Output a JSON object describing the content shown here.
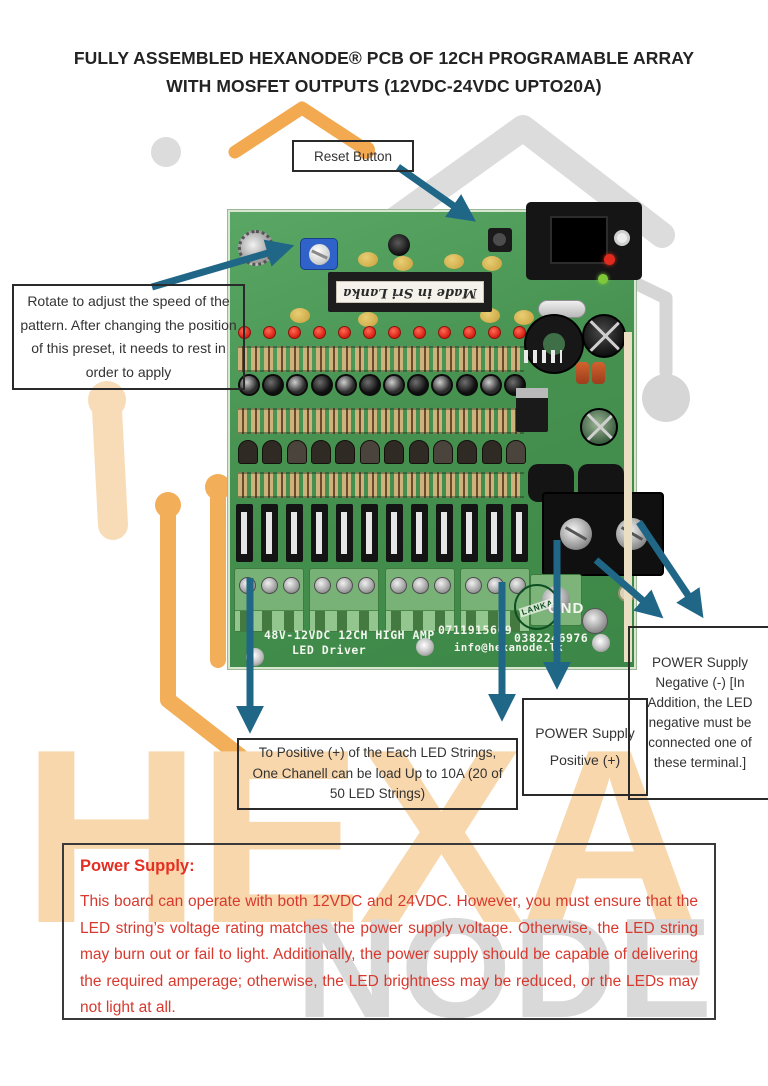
{
  "title": {
    "line1": "FULLY ASSEMBLED HEXANODE® PCB OF 12CH PROGRAMABLE ARRAY",
    "line2": "WITH MOSFET OUTPUTS (12VDC-24VDC UPTO20A)"
  },
  "callouts": {
    "reset": "Reset Button",
    "speed": "Rotate to adjust the speed of the pattern. After changing the position of this preset, it needs to rest in order to apply",
    "led_positive": "To Positive (+) of the Each LED Strings, One Chanell can be load Up to 10A (20 of 50 LED Strings)",
    "supply_positive": "POWER Supply Positive (+)",
    "supply_negative": "POWER Supply Negative (-) [In Addition, the LED negative must be connected one of these terminal.]"
  },
  "power_supply_note": {
    "heading": "Power Supply:",
    "body": "This board can operate with both 12VDC and 24VDC. However, you must ensure that the LED string’s voltage rating matches the power supply voltage. Otherwise, the LED string may burn out or fail to light. Additionally, the power supply should be capable of delivering the required amperage; otherwise, the LED brightness may be reduced, or the LEDs may not light at all."
  },
  "pcb": {
    "ic_label": "Made in Sri Lanka",
    "silkscreen_line1": "48V-12VDC 12CH HIGH AMP",
    "silkscreen_line2": "LED Driver",
    "phone1": "0711915609",
    "phone2": "0382246976",
    "email": "info@hexanode.lk",
    "gnd_label": "GND",
    "stamp_label": "LANKA"
  },
  "watermark": {
    "hexa": "HEXA",
    "node": "NODE"
  },
  "colors": {
    "arrow": "#206787",
    "note_red": "#d8392e",
    "pcb_green": "#46914f",
    "watermark_orange": "#f2a94f",
    "watermark_peach": "#f8d7ac",
    "watermark_gray": "#d9d9d9"
  }
}
